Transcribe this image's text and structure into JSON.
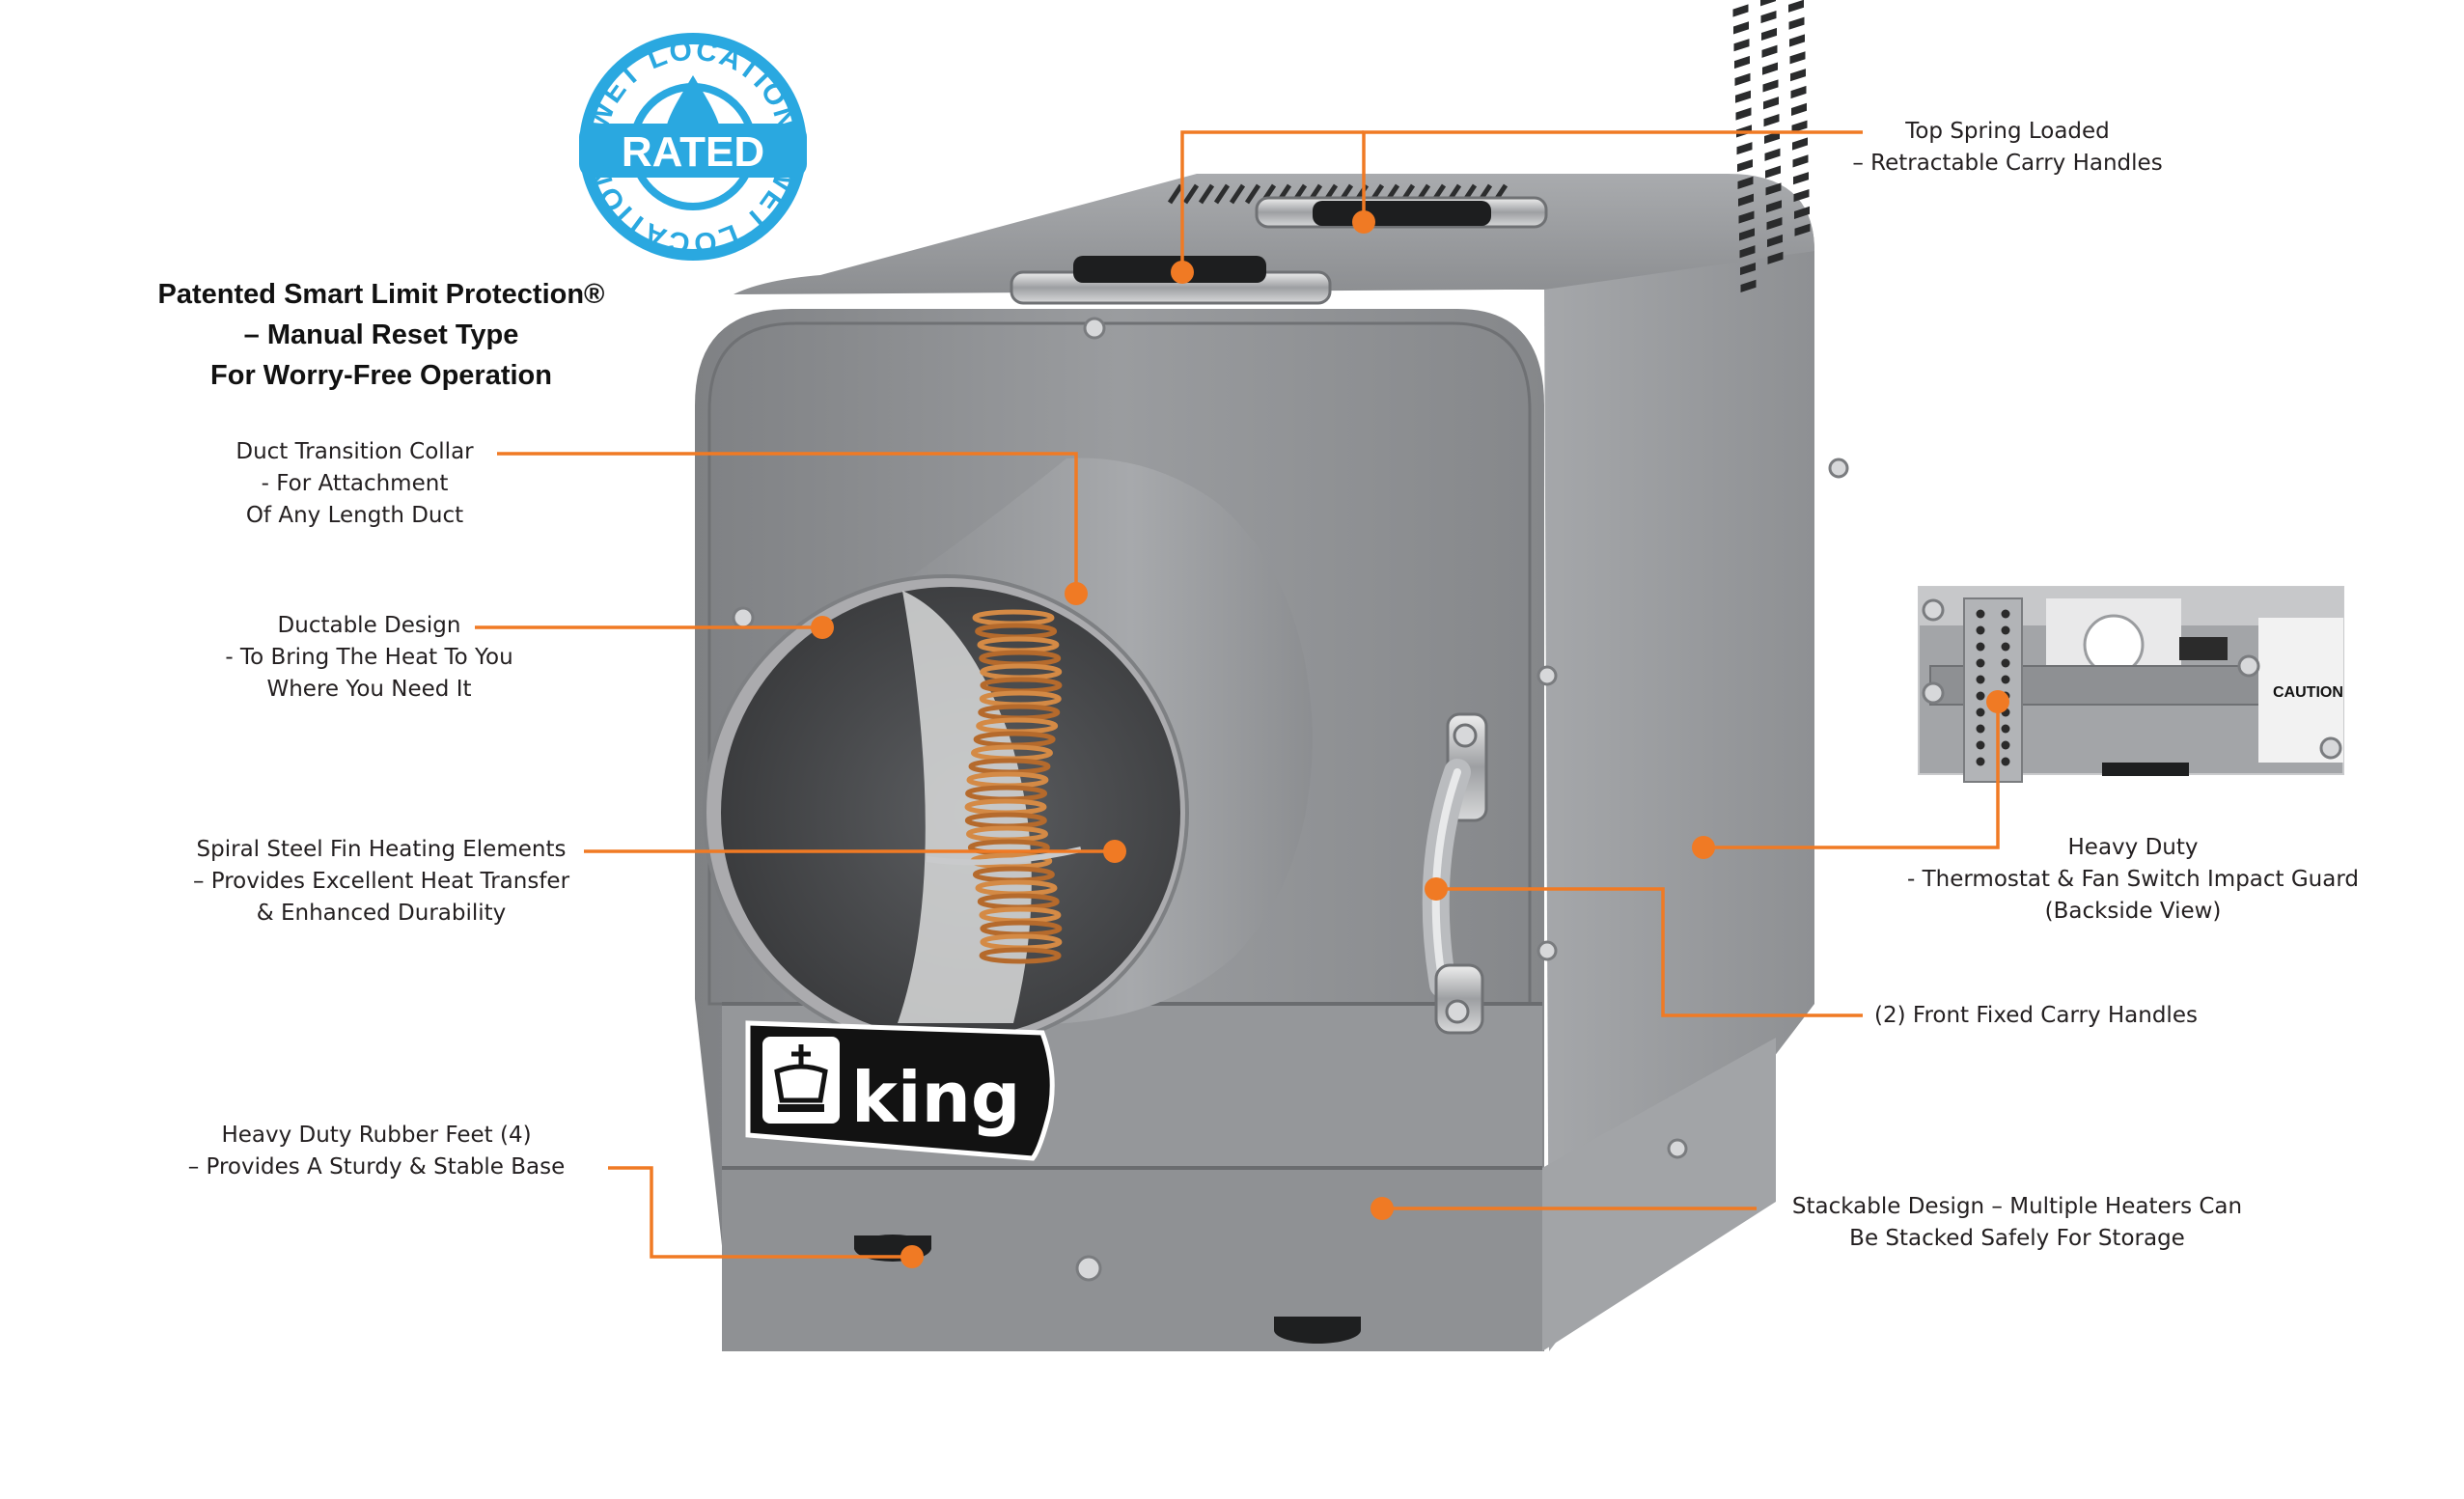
{
  "badge": {
    "top_text": "WET LOCATION",
    "center_text": "RATED",
    "bottom_text": "WET LOCATION"
  },
  "headline": {
    "lines": [
      "Patented Smart Limit Protection®",
      "– Manual Reset Type",
      "For Worry-Free Operation"
    ]
  },
  "product": {
    "brand": "king"
  },
  "inset": {
    "caution_text": "CAUTION"
  },
  "colors": {
    "accent": "#f07a24",
    "badge_blue": "#2aa8e0",
    "housing": "#8a8c8f"
  },
  "callouts": {
    "top_handles": [
      "Top Spring Loaded",
      "– Retractable Carry Handles"
    ],
    "duct_collar": [
      "Duct Transition Collar",
      "- For Attachment",
      "Of Any Length Duct"
    ],
    "ductable": [
      "Ductable Design",
      "- To Bring The Heat To You",
      "Where You Need It"
    ],
    "spiral_fin": [
      "Spiral Steel Fin Heating Elements",
      "– Provides Excellent Heat Transfer",
      "& Enhanced Durability"
    ],
    "rubber_feet": [
      "Heavy Duty Rubber Feet (4)",
      "– Provides A Sturdy & Stable Base"
    ],
    "impact_guard": [
      "Heavy Duty",
      "- Thermostat & Fan Switch Impact Guard",
      "(Backside View)"
    ],
    "front_handles": [
      "(2) Front Fixed Carry Handles"
    ],
    "stackable": [
      "Stackable Design – Multiple Heaters Can",
      "Be Stacked Safely For Storage"
    ]
  }
}
